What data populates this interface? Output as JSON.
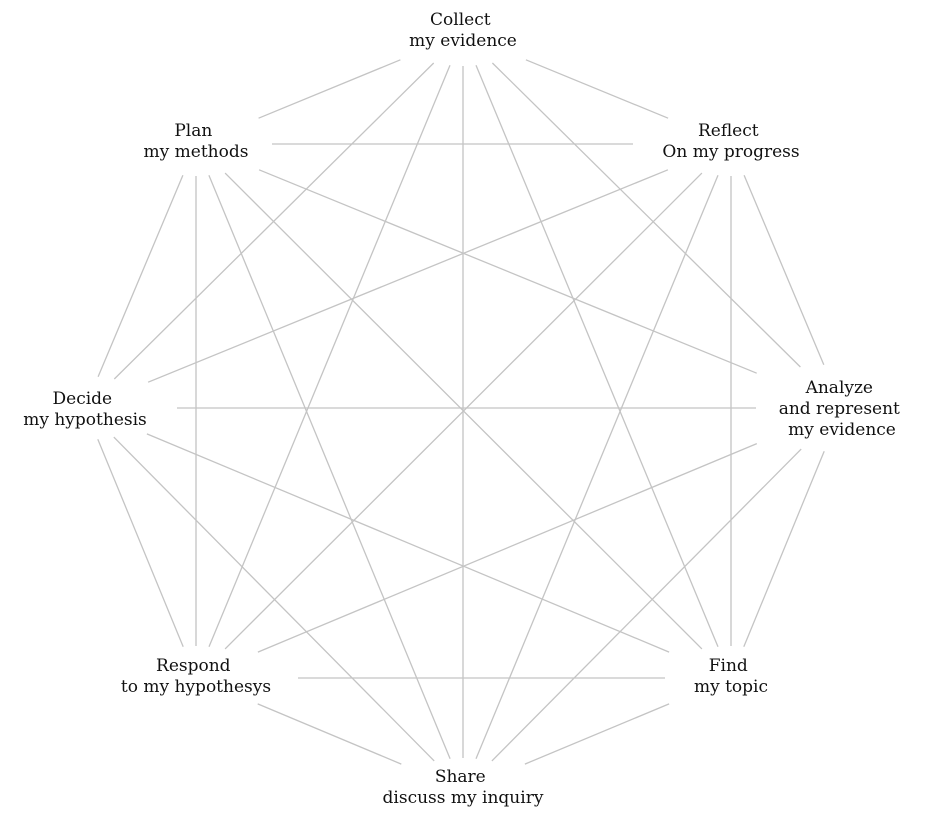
{
  "diagram": {
    "type": "complete-graph",
    "edge_color": "#c4c4c4",
    "text_color": "#111111",
    "background": "#ffffff",
    "nodes": [
      {
        "id": "collect",
        "lines": [
          "Collect",
          "my evidence"
        ]
      },
      {
        "id": "reflect",
        "lines": [
          "Reflect",
          "On my progress"
        ]
      },
      {
        "id": "analyze",
        "lines": [
          "Analyze",
          "and represent",
          "my evidence"
        ]
      },
      {
        "id": "find",
        "lines": [
          "Find",
          "my topic"
        ]
      },
      {
        "id": "share",
        "lines": [
          "Share",
          "discuss my inquiry"
        ]
      },
      {
        "id": "respond",
        "lines": [
          "Respond",
          "to my hypothesys"
        ]
      },
      {
        "id": "decide",
        "lines": [
          "Decide",
          "my hypothesis"
        ]
      },
      {
        "id": "plan",
        "lines": [
          "Plan",
          "my methods"
        ]
      }
    ]
  }
}
